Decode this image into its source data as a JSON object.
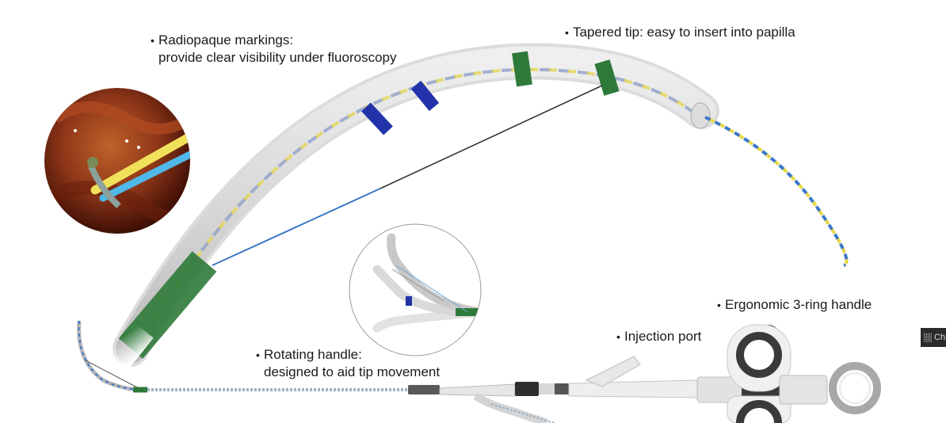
{
  "labels": {
    "radiopaque_line1": "Radiopaque markings:",
    "radiopaque_line2": "provide clear visibility under fluoroscopy",
    "tapered_tip": "Tapered tip: easy to insert into papilla",
    "ergonomic_handle": "Ergonomic 3-ring handle",
    "injection_port": "Injection port",
    "rotating_line1": "Rotating handle:",
    "rotating_line2": "designed to aid tip movement"
  },
  "bullet": "•",
  "side_tab": {
    "text": "Ch",
    "icon": "grip-icon"
  },
  "colors": {
    "catheter_green": "#2f7a3a",
    "marker_blue": "#2233aa",
    "guidewire_yellow": "#e8d84a",
    "guidewire_blue": "#3a78c8",
    "handle_dark": "#3a3a3a"
  }
}
